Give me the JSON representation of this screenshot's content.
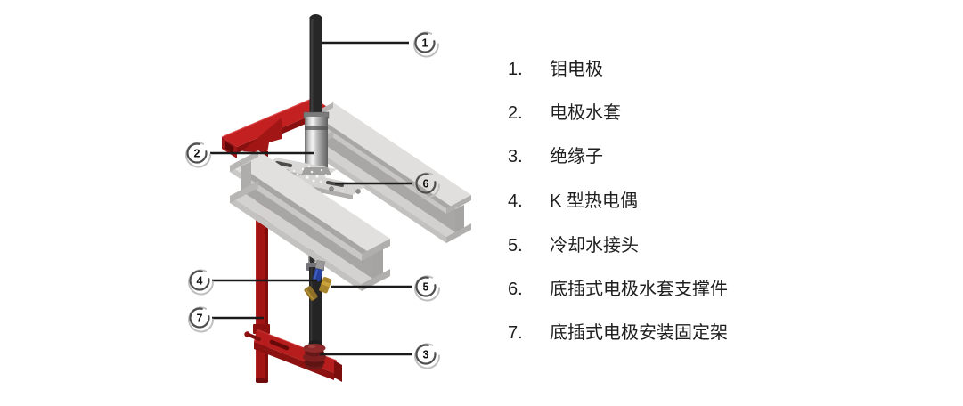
{
  "legend": {
    "items": [
      {
        "num": "1.",
        "label": "钼电极"
      },
      {
        "num": "2.",
        "label": "电极水套"
      },
      {
        "num": "3.",
        "label": "绝缘子"
      },
      {
        "num": "4.",
        "label": "K 型热电偶"
      },
      {
        "num": "5.",
        "label": "冷却水接头"
      },
      {
        "num": "6.",
        "label": "底插式电极水套支撑件"
      },
      {
        "num": "7.",
        "label": "底插式电极安装固定架"
      }
    ]
  },
  "callouts": [
    {
      "num": "1"
    },
    {
      "num": "2"
    },
    {
      "num": "3"
    },
    {
      "num": "4"
    },
    {
      "num": "5"
    },
    {
      "num": "6"
    },
    {
      "num": "7"
    }
  ],
  "colors": {
    "frame_red": "#b81d1d",
    "frame_red_bright": "#c32121",
    "frame_red_dark": "#8a1010",
    "steel_gray": "#d9d8d6",
    "electrode_black": "#262626",
    "brass": "#a8842c",
    "coolant_blue": "#27419e",
    "leader_line": "#1b1b1b"
  }
}
